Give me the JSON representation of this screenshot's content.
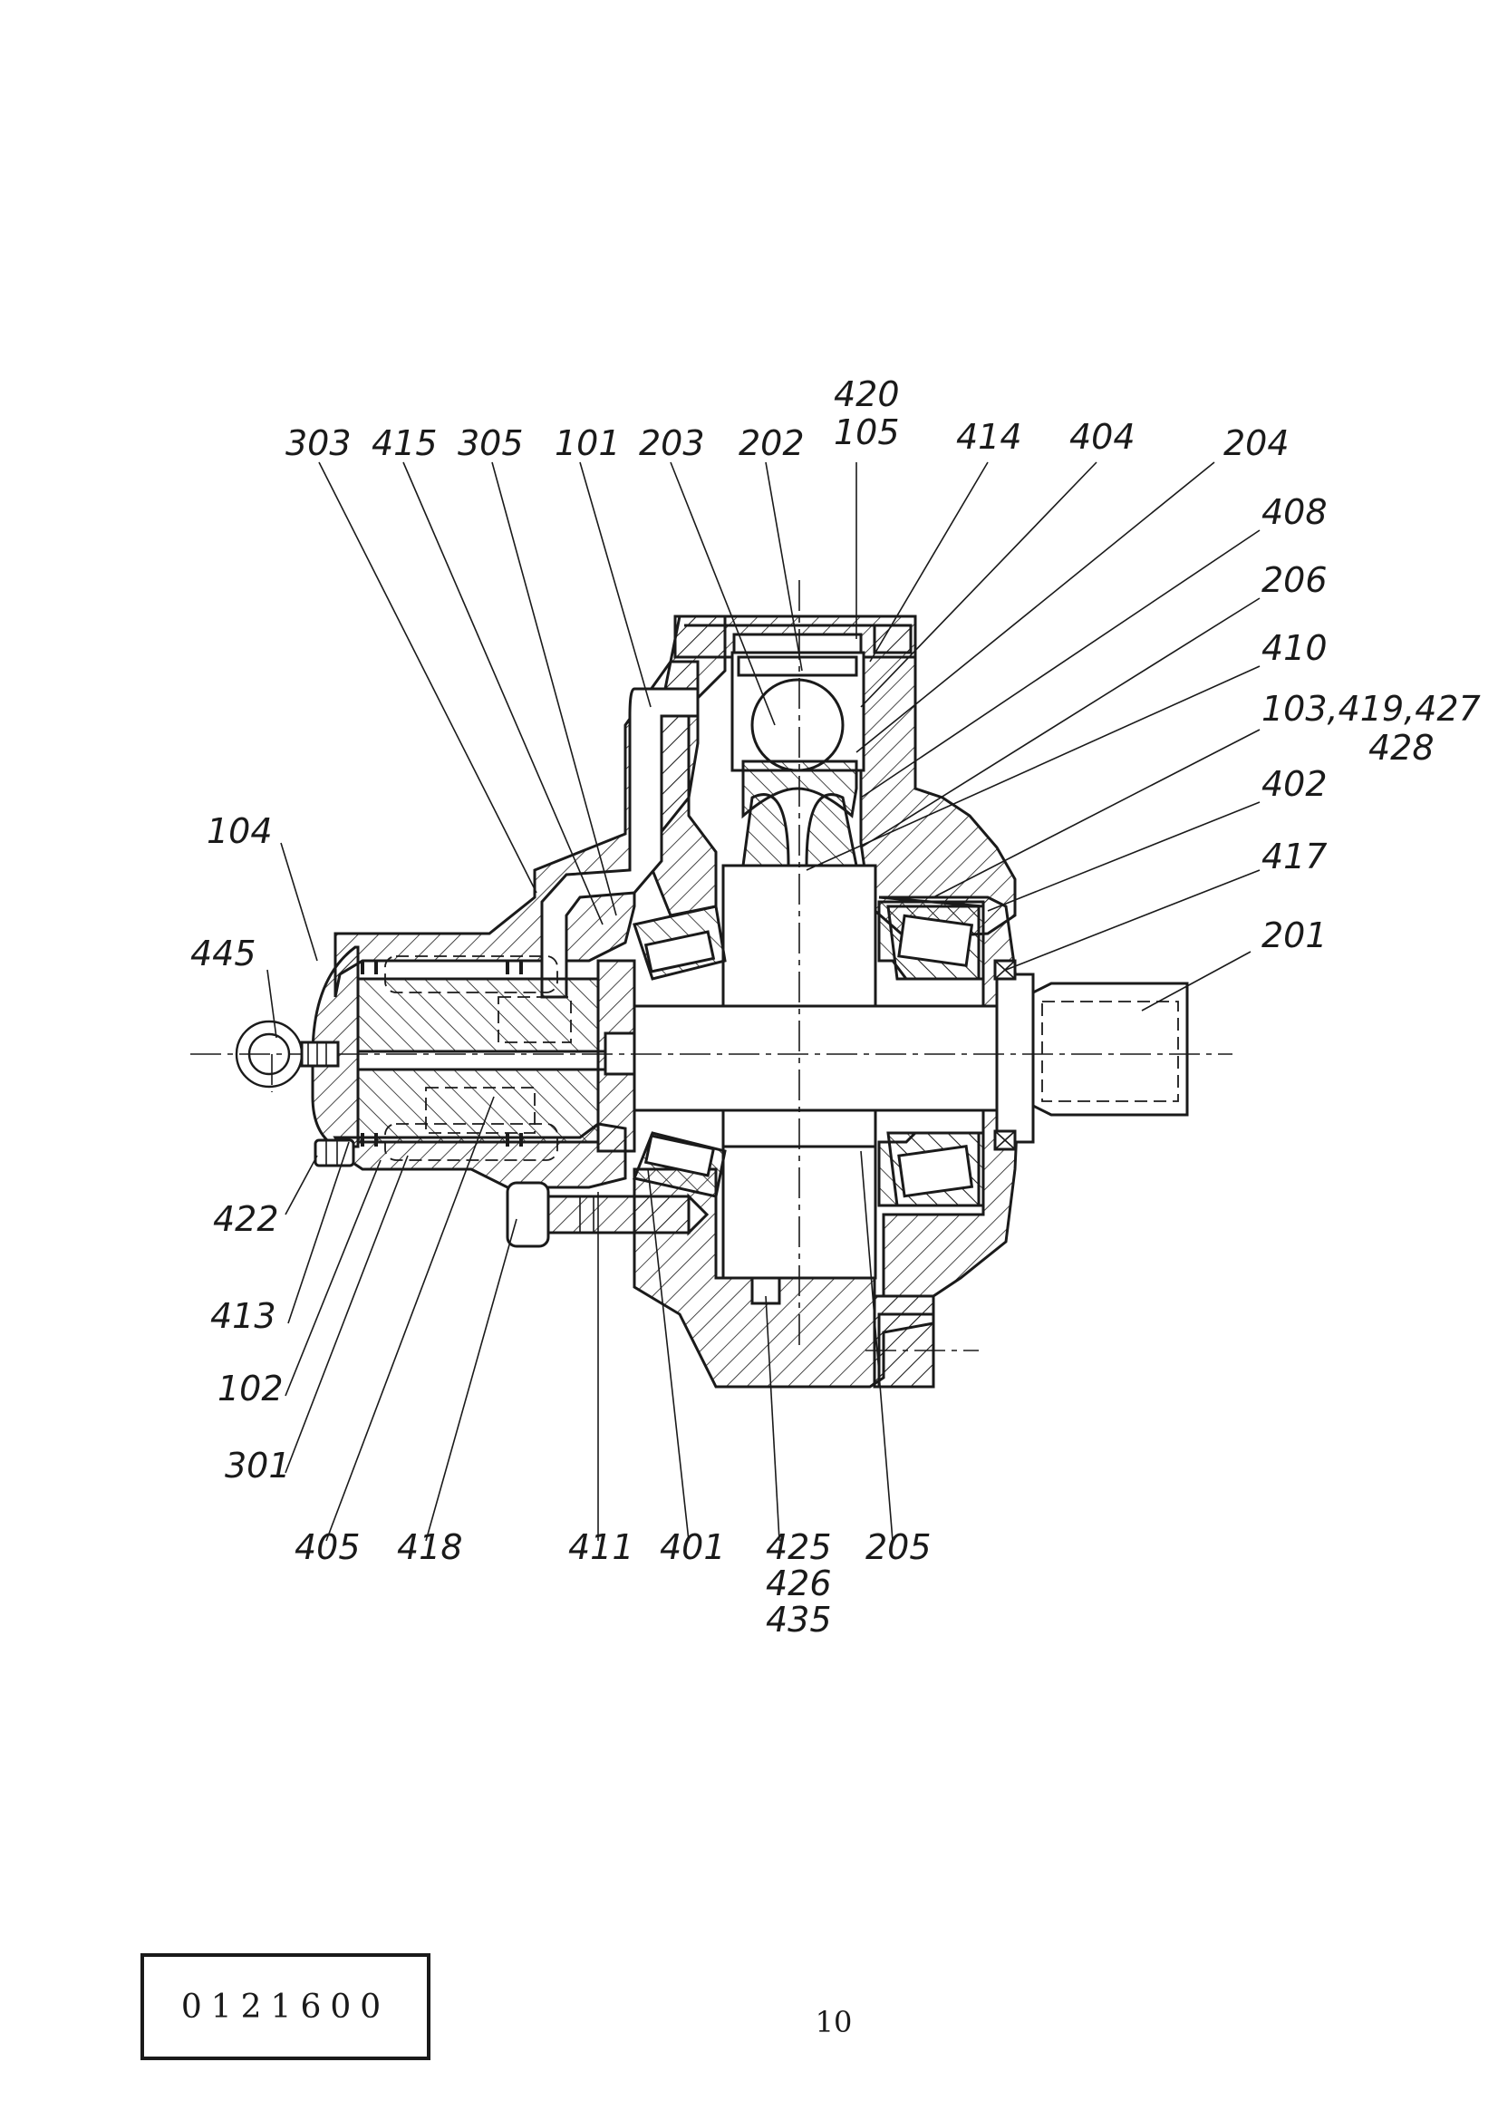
{
  "labels": {
    "top": [
      "303",
      "415",
      "305",
      "101",
      "203",
      "202",
      "420",
      "105",
      "414",
      "404",
      "204"
    ],
    "right": [
      "408",
      "206",
      "410",
      "103,419,427",
      "428",
      "402",
      "417",
      "201"
    ],
    "left": [
      "104",
      "445",
      "422",
      "413",
      "102",
      "301"
    ],
    "bottom": [
      "405",
      "418",
      "411",
      "401",
      "425",
      "426",
      "435",
      "205"
    ]
  },
  "footer": {
    "drawing_code": "0121600",
    "page_number": "10"
  }
}
